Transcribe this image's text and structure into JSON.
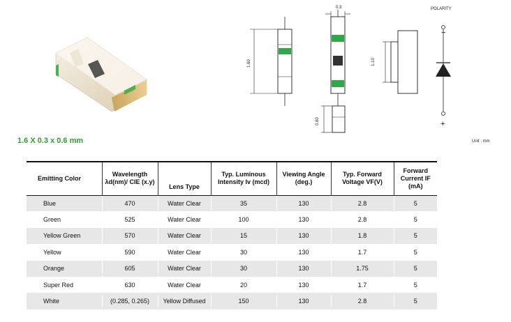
{
  "caption_size": "1.6 X 0.3 x 0.6 mm",
  "unit_label": "Unit : mm",
  "polarity_label": "POLARITY",
  "polarity_minus": "−",
  "polarity_plus": "+",
  "dimensions": {
    "width": "0.3",
    "length": "1.60",
    "pad": "1.10",
    "height": "0.60"
  },
  "table": {
    "headers": [
      "Emitting Color",
      "Wavelength λd(nm)/ CIE (x.y)",
      "Lens Type",
      "Typ. Luminous Intensity Iv (mcd)",
      "Viewing Angle (deg.)",
      "Typ. Forward Voltage VF(V)",
      "Forward Current IF (mA)"
    ],
    "rows": [
      [
        "Blue",
        "470",
        "Water Clear",
        "35",
        "130",
        "2.8",
        "5"
      ],
      [
        "Green",
        "525",
        "Water Clear",
        "100",
        "130",
        "2.8",
        "5"
      ],
      [
        "Yellow Green",
        "570",
        "Water Clear",
        "15",
        "130",
        "1.8",
        "5"
      ],
      [
        "Yellow",
        "590",
        "Water Clear",
        "30",
        "130",
        "1.7",
        "5"
      ],
      [
        "Orange",
        "605",
        "Water Clear",
        "30",
        "130",
        "1.75",
        "5"
      ],
      [
        "Super Red",
        "630",
        "Water Clear",
        "20",
        "130",
        "1.7",
        "5"
      ],
      [
        "White",
        "(0.285, 0.265)",
        "Yellow Diffused",
        "150",
        "130",
        "2.8",
        "5"
      ]
    ]
  }
}
